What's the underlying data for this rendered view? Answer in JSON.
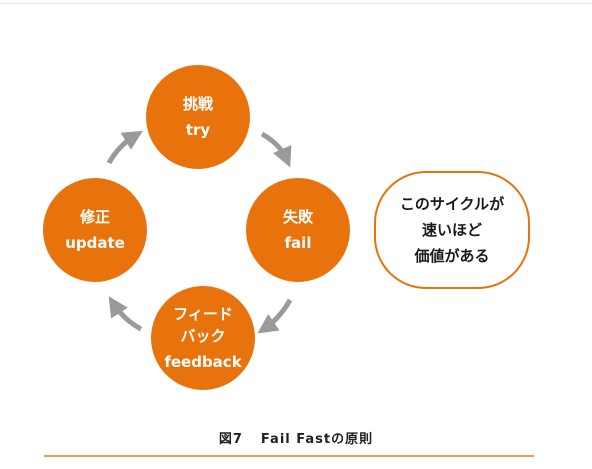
{
  "diagram": {
    "nodes": [
      {
        "id": "try",
        "ja": "挑戦",
        "en": "try"
      },
      {
        "id": "fail",
        "ja": "失敗",
        "en": "fail"
      },
      {
        "id": "feedback",
        "ja_line1": "フィード",
        "ja_line2": "バック",
        "en": "feedback"
      },
      {
        "id": "update",
        "ja": "修正",
        "en": "update"
      }
    ],
    "note": {
      "line1": "このサイクルが",
      "line2": "速いほど",
      "line3": "価値がある"
    }
  },
  "caption": {
    "number": "図7",
    "text": "Fail Fastの原則"
  },
  "colors": {
    "accent": "#e8720c",
    "arrow": "#9a9a9a"
  }
}
